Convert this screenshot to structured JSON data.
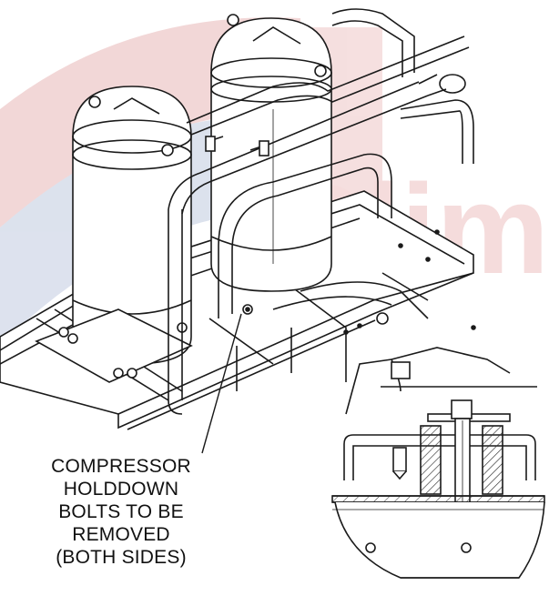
{
  "watermark": {
    "text": "Clima",
    "color": "#e9b3b3",
    "accent_red": "#e3b1b1",
    "accent_blue": "#b8c3dc"
  },
  "callout": {
    "lines": [
      "COMPRESSOR",
      "HOLDDOWN",
      "BOLTS TO BE",
      "REMOVED",
      "(BOTH SIDES)"
    ]
  },
  "colors": {
    "line": "#1a1a1a",
    "fill": "#ffffff",
    "hatch": "#333333"
  }
}
